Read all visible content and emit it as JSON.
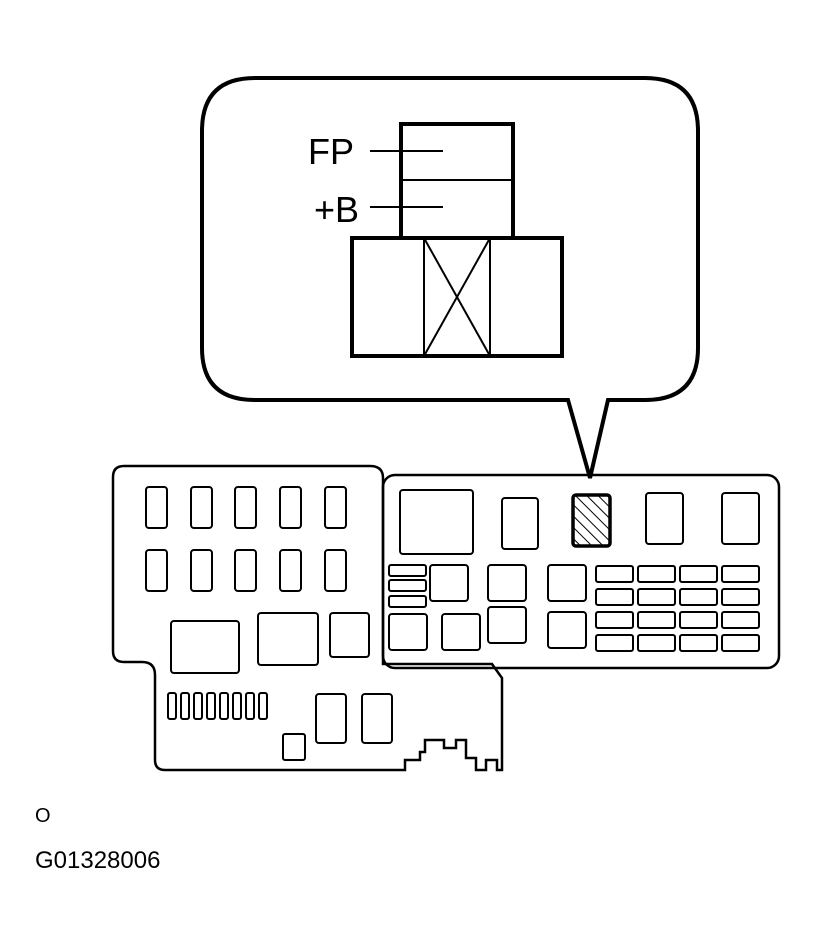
{
  "callout": {
    "terminal_fp": "FP",
    "terminal_b": "+B"
  },
  "footer": {
    "letter": "O",
    "figure_code": "G01328006"
  }
}
